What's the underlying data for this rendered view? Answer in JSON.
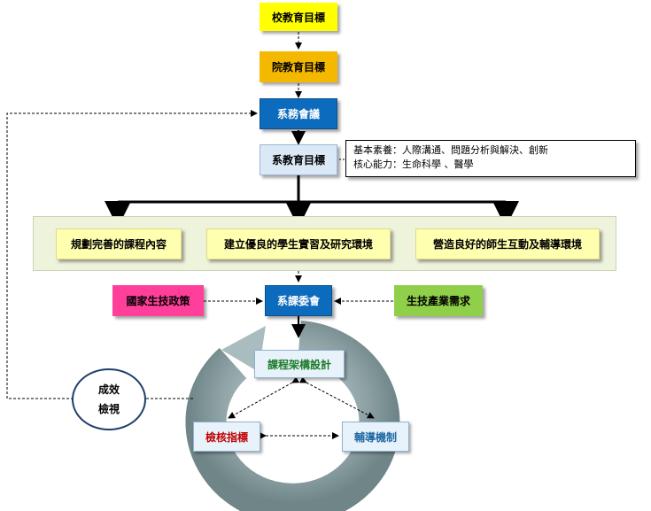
{
  "flow": {
    "school_goal": "校教育目標",
    "college_goal": "院教育目標",
    "dept_meeting": "系務會議",
    "dept_goal": "系教育目標"
  },
  "info": {
    "line1": "基本素養：人際溝通、問題分析與解決、創新",
    "line2": "核心能力：生命科學 、醫學"
  },
  "strategies": [
    {
      "label": "規劃完善的課程內容"
    },
    {
      "label": "建立優良的學生實習及研究環境"
    },
    {
      "label": "營造良好的師生互動及輔導環境"
    }
  ],
  "committee": {
    "left": "國家生技政策",
    "center": "系課委會",
    "right": "生技產業需求"
  },
  "cycle": {
    "top": "課程架構設計",
    "left": "檢核指標",
    "right": "輔導機制",
    "top_color": "#1a7a2a",
    "left_color": "#c00000",
    "right_color": "#1f6aa5"
  },
  "evaluation": {
    "line1": "成效",
    "line2": "檢視"
  }
}
